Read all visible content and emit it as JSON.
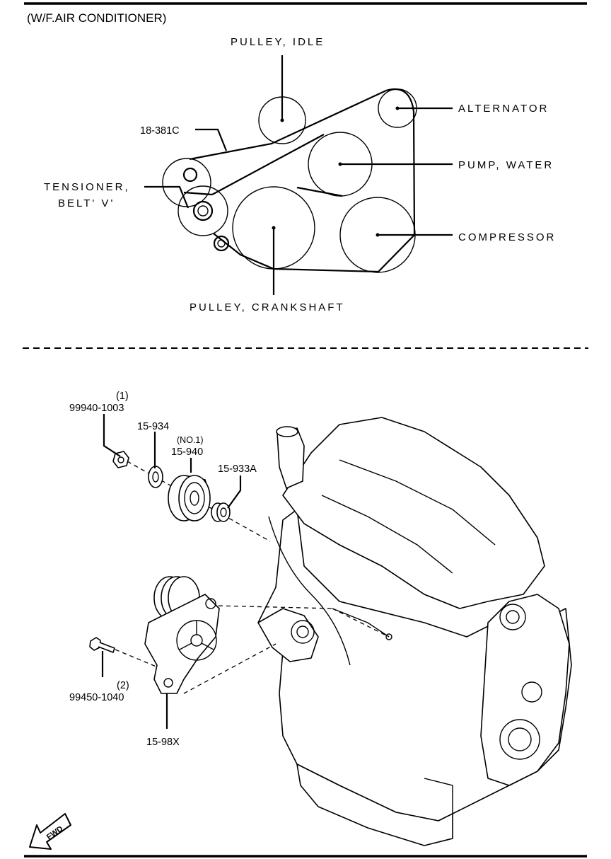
{
  "header": {
    "title": "(W/F.AIR CONDITIONER)"
  },
  "belt_diagram": {
    "labels": {
      "pulley_idle": "PULLEY, IDLE",
      "alternator": "ALTERNATOR",
      "pump_water": "PUMP, WATER",
      "compressor": "COMPRESSOR",
      "pulley_crankshaft": "PULLEY, CRANKSHAFT",
      "belt_part": "18-381C",
      "tensioner_line1": "TENSIONER,",
      "tensioner_line2": "BELT' V'"
    }
  },
  "exploded_view": {
    "labels": {
      "nut_qty": "(1)",
      "nut_part": "99940-1003",
      "washer_part": "15-934",
      "pulley_note": "(NO.1)",
      "pulley_part": "15-940",
      "spacer_part": "15-933A",
      "bolt_qty": "(2)",
      "bolt_part": "99450-1040",
      "tensioner_part": "15-98X"
    },
    "fwd_label": "FWD"
  }
}
